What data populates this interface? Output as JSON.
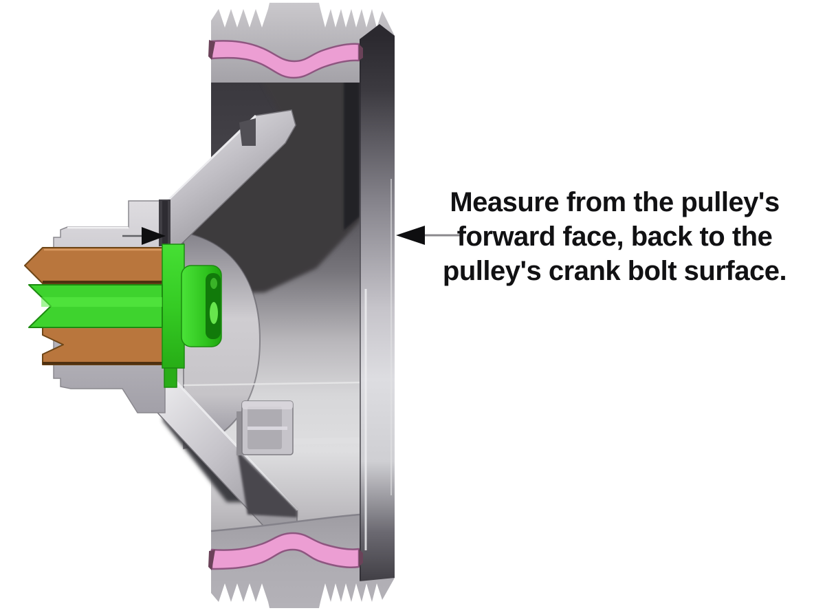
{
  "diagram": {
    "kind": "pulley-cross-section-measurement",
    "annotation": {
      "lines": [
        "Measure from the pulley's",
        "forward face, back to the",
        "pulley's crank bolt surface."
      ]
    }
  },
  "colors": {
    "background": "#ffffff",
    "pink_damper": "#ec9ed3",
    "pink_outline": "#8e5680",
    "pink_end_cap": "#6b4259",
    "green_crank": "#3ed32e",
    "green_dark": "#1f9e12",
    "green_recess": "#117a0a",
    "green_recess_glow": "#67e54d",
    "brown_spacer": "#b9763d",
    "brown_dark": "#5e3a14",
    "arrow_black": "#0e0e10",
    "arrow_tail_gray": "#8a888c",
    "metal_light": "#d6d4d8",
    "metal_mid": "#a8a6aa",
    "metal_dark": "#3c3a3e"
  }
}
